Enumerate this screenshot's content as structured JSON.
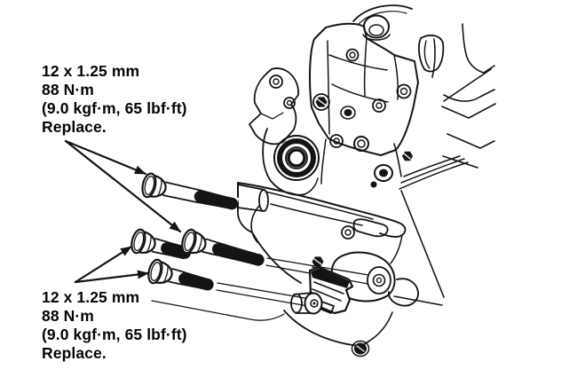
{
  "colors": {
    "ink": "#141414",
    "paper": "#ffffff"
  },
  "icons": {
    "leader_arrow": "filled-triangle-arrowhead",
    "bolt": "hex-flange-bolt-side-view"
  },
  "spec_labels": {
    "top": {
      "lines": [
        "12 x 1.25 mm",
        "88 N·m",
        "(9.0 kgf·m, 65 lbf·ft)",
        "Replace."
      ]
    },
    "bottom": {
      "lines": [
        "12 x 1.25 mm",
        "88 N·m",
        "(9.0 kgf·m, 65 lbf·ft)",
        "Replace."
      ]
    }
  }
}
